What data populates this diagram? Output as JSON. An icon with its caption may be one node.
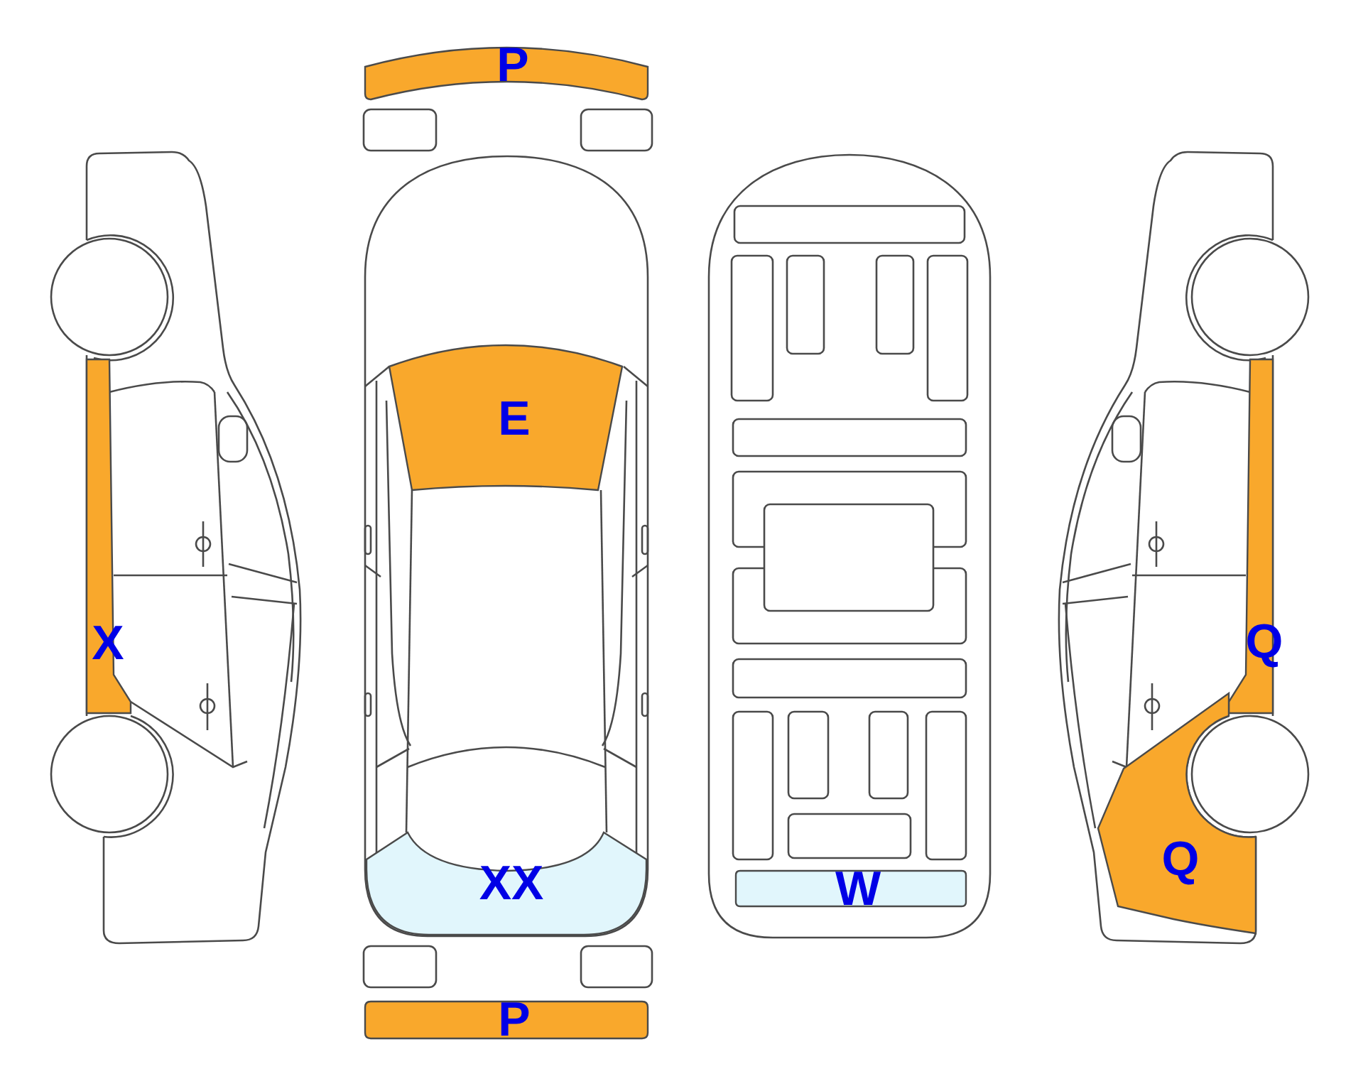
{
  "diagram": {
    "nodes": [
      {
        "text": [
          "P"
        ]
      },
      {
        "text": [
          "E"
        ]
      },
      {
        "text": [
          "X"
        ]
      },
      {
        "text": [
          "Q"
        ]
      },
      {
        "text": [
          "Q"
        ]
      },
      {
        "text": [
          "XX"
        ]
      },
      {
        "text": [
          "W"
        ]
      },
      {
        "text": [
          "P"
        ]
      }
    ]
  }
}
